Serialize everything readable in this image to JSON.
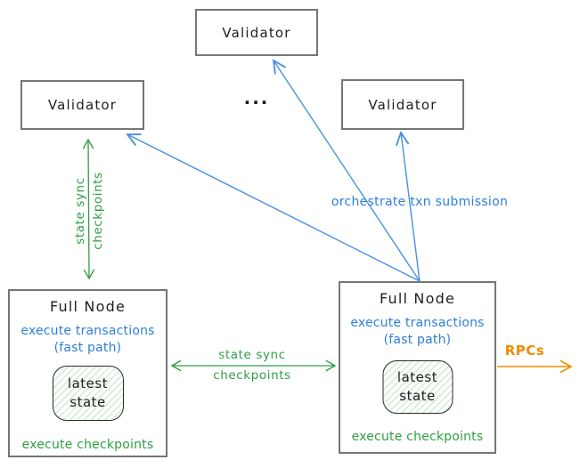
{
  "colors": {
    "ink": "#1e1e1e",
    "blue": "#2e7fd9",
    "blueline": "#4a90e2",
    "green": "#2f9e44",
    "orange": "#f08c00",
    "border": "#767676"
  },
  "validators": {
    "top": "Validator",
    "left": "Validator",
    "right": "Validator",
    "ellipsis": "..."
  },
  "full_node_left": {
    "title": "Full Node",
    "exec": "execute transactions",
    "fast_path": "(fast path)",
    "state1": "latest",
    "state2": "state",
    "checkpoints": "execute checkpoints"
  },
  "full_node_right": {
    "title": "Full Node",
    "exec": "execute transactions",
    "fast_path": "(fast path)",
    "state1": "latest",
    "state2": "state",
    "checkpoints": "execute checkpoints"
  },
  "labels": {
    "sync_v1": "state sync",
    "sync_v2": "checkpoints",
    "sync_h1": "state sync",
    "sync_h2": "checkpoints",
    "orchestrate": "orchestrate txn submission",
    "rpcs": "RPCs"
  }
}
